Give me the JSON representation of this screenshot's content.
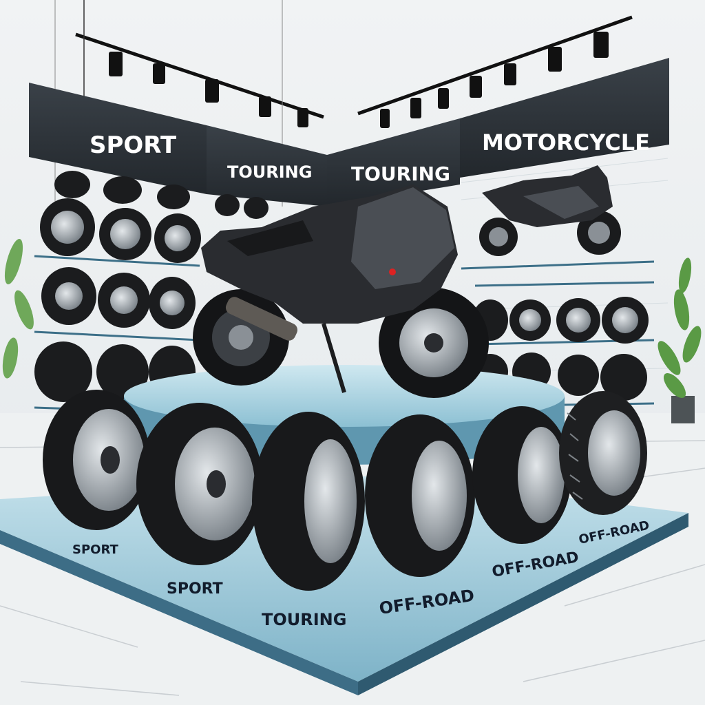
{
  "signs": {
    "sport": "SPORT",
    "touring_left": "TOURING",
    "touring_right": "TOURING",
    "motorcycle": "MOTORCYCLE"
  },
  "tire_labels": {
    "sport_1": "SPORT",
    "sport_2": "SPORT",
    "touring": "TOURING",
    "offroad_1": "OFF-ROAD",
    "offroad_2": "OFF-ROAD",
    "offroad_3": "OFF-ROAD"
  },
  "colors": {
    "sign_panel": "#2d3339",
    "platform": "#9ec8d8",
    "platform_edge": "#3d6d86",
    "tire": "#18191b",
    "rim": "#9aa1a8",
    "motorcycle_body": "#2a2c30",
    "plant": "#5a9a45"
  },
  "icons": [
    "track-light-icon",
    "motorcycle-icon",
    "tire-icon",
    "plant-icon"
  ]
}
